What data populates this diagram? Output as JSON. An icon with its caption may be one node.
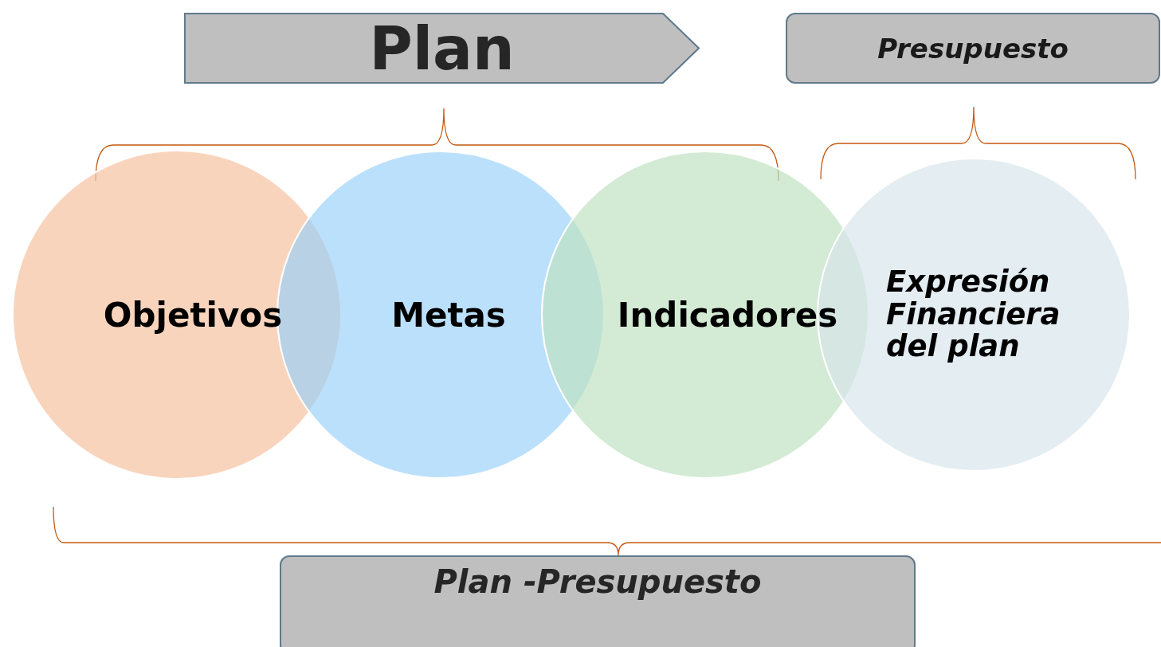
{
  "diagram": {
    "nodes": [
      {
        "text": [
          "Plan"
        ]
      },
      {
        "text": [
          "Presupuesto"
        ]
      },
      {
        "text": [
          "Objetivos"
        ]
      },
      {
        "text": [
          "Metas"
        ]
      },
      {
        "text": [
          "Indicadores"
        ]
      },
      {
        "text": [
          "Expresión Financiera del plan"
        ]
      },
      {
        "text": [
          "Plan -Presupuesto"
        ]
      }
    ],
    "edges": []
  }
}
